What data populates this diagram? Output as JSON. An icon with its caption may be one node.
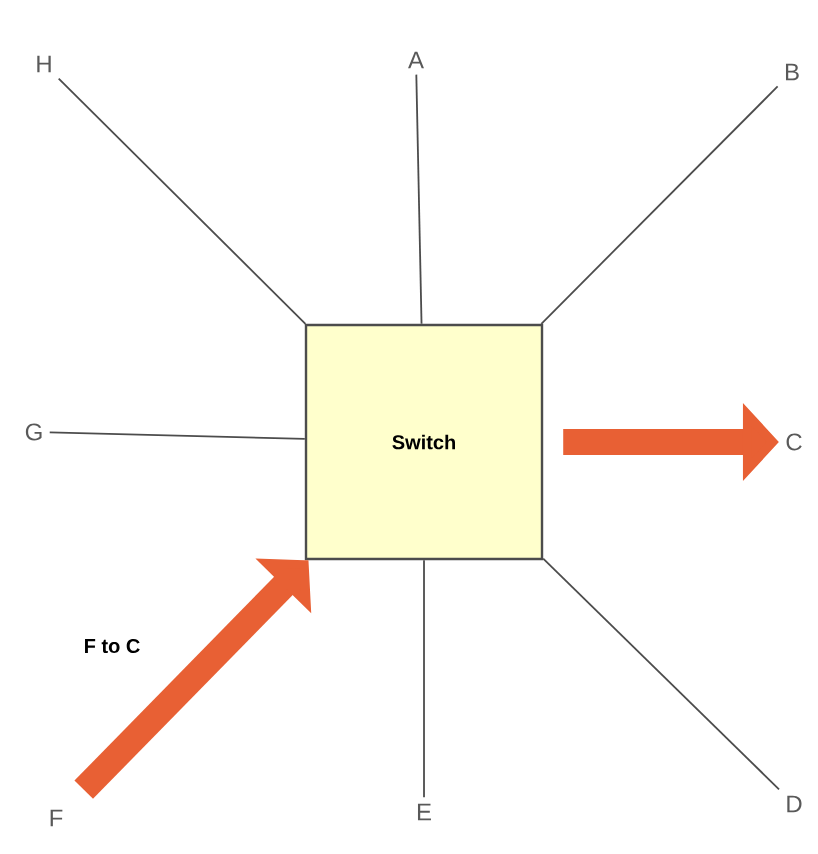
{
  "diagram": {
    "nodes": [
      {
        "text": [
          "Switch"
        ]
      },
      {
        "text": [
          "A"
        ]
      },
      {
        "text": [
          "B"
        ]
      },
      {
        "text": [
          "C"
        ]
      },
      {
        "text": [
          "D"
        ]
      },
      {
        "text": [
          "E"
        ]
      },
      {
        "text": [
          "F"
        ]
      },
      {
        "text": [
          "G"
        ]
      },
      {
        "text": [
          "H"
        ]
      }
    ],
    "edges": [
      {
        "from": 0,
        "to": 1,
        "arrow": "none"
      },
      {
        "from": 0,
        "to": 2,
        "arrow": "none"
      },
      {
        "from": 0,
        "to": 3,
        "arrow": "to",
        "style": "thick",
        "color": "#e86034"
      },
      {
        "from": 0,
        "to": 4,
        "arrow": "none"
      },
      {
        "from": 0,
        "to": 5,
        "arrow": "none"
      },
      {
        "from": 6,
        "to": 0,
        "arrow": "to",
        "style": "thick",
        "color": "#e86034"
      },
      {
        "from": 0,
        "to": 7,
        "arrow": "none"
      },
      {
        "from": 0,
        "to": 8,
        "arrow": "none"
      }
    ],
    "labels": [
      "F to C"
    ]
  }
}
